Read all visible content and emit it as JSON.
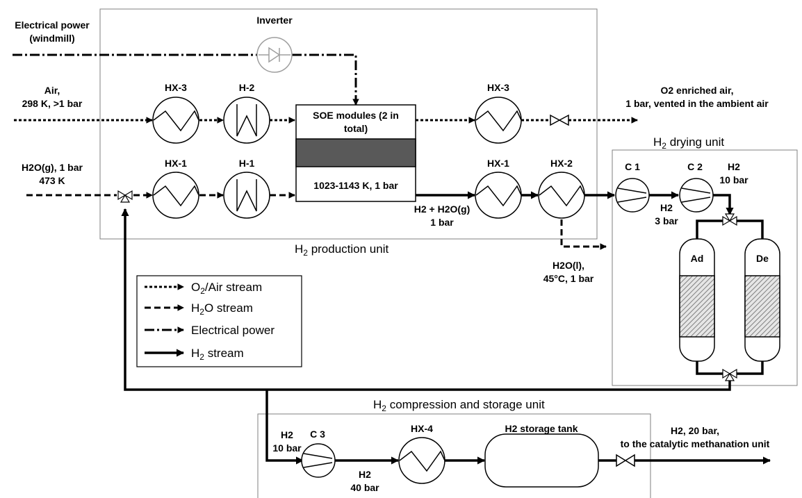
{
  "colors": {
    "line": "#000000",
    "frame": "#7f7f7f",
    "soe_core": "#595959",
    "inverter": "#9e9e9e",
    "bed_hatch": "#7f7f7f"
  },
  "inputs": {
    "power": [
      "Electrical power",
      "(windmill)"
    ],
    "air": [
      "Air,",
      "298 K, >1 bar"
    ],
    "water": [
      "H2O(g), 1 bar",
      "473 K"
    ]
  },
  "outputs": {
    "o2": [
      "O2 enriched air,",
      "1 bar, vented in the ambient air"
    ],
    "water": [
      "H2O(l),",
      "45°C, 1 bar"
    ],
    "product": [
      "H2, 20 bar,",
      "to the catalytic methanation unit"
    ]
  },
  "production": {
    "unit_label": {
      "main": "H",
      "sub": "2",
      "rest": " production unit"
    },
    "inverter": "Inverter",
    "air_train": [
      "HX-3",
      "H-2"
    ],
    "water_train": [
      "HX-1",
      "H-1"
    ],
    "soe_title": [
      "SOE modules (2 in",
      "total)"
    ],
    "soe_condition": "1023-1143 K, 1 bar",
    "outlet_air_hx": "HX-3",
    "outlet_h2_hx": [
      "HX-1",
      "HX-2"
    ],
    "outlet_stream": [
      "H2 + H2O(g)",
      "1 bar"
    ]
  },
  "drying": {
    "unit_label": {
      "main": "H",
      "sub": "2",
      "rest": " drying unit"
    },
    "compressors": [
      "C 1",
      "C 2"
    ],
    "stream_mid": [
      "H2",
      "3 bar"
    ],
    "stream_out": [
      "H2",
      "10 bar"
    ],
    "beds": [
      "Ad",
      "De"
    ]
  },
  "storage": {
    "unit_label": {
      "main": "H",
      "sub": "2",
      "rest": " compression and storage unit"
    },
    "inlet": [
      "H2",
      "10 bar"
    ],
    "compressor": "C 3",
    "mid_stream": [
      "H2",
      "40 bar"
    ],
    "hx": "HX-4",
    "tank": "H2 storage tank"
  },
  "legend": [
    {
      "style": "air",
      "pre": "O",
      "sub": "2",
      "post": "/Air stream"
    },
    {
      "style": "h2o",
      "pre": "H",
      "sub": "2",
      "post": "O stream"
    },
    {
      "style": "elec",
      "pre": "Electrical power",
      "sub": "",
      "post": ""
    },
    {
      "style": "h2",
      "pre": "H",
      "sub": "2",
      "post": " stream"
    }
  ]
}
